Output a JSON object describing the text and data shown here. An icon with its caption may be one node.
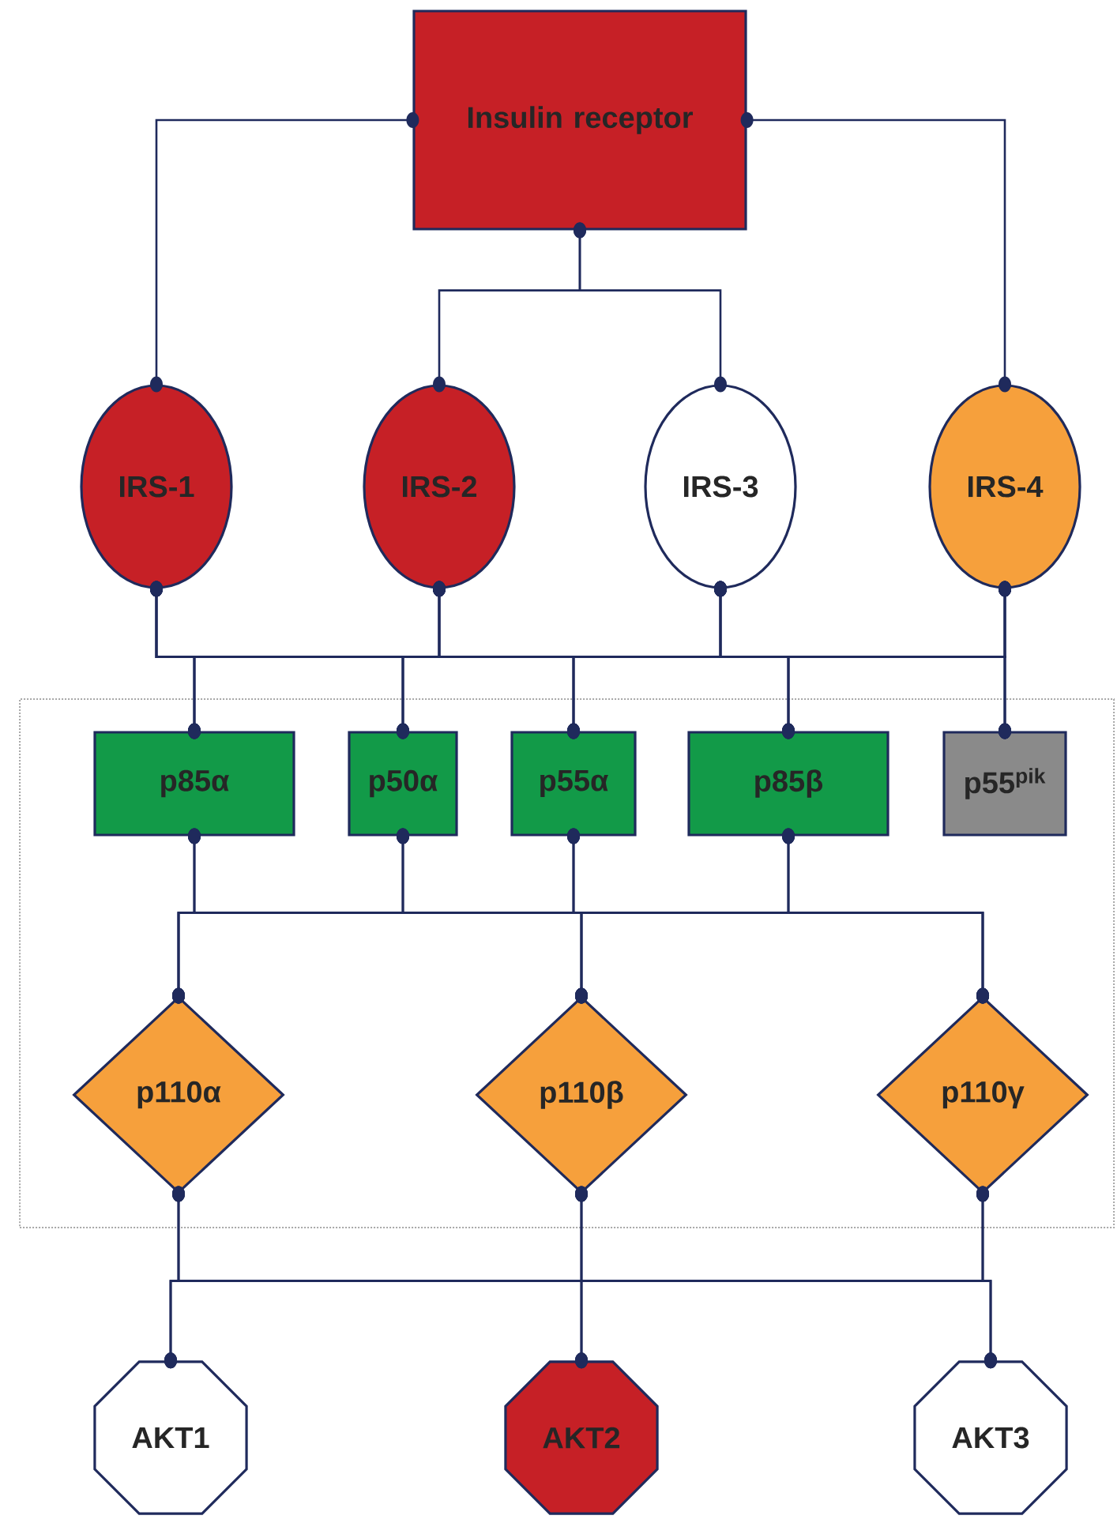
{
  "diagram": {
    "nodes": [
      {
        "text": [
          "Insulin receptor"
        ]
      },
      {
        "text": [
          "IRS-1"
        ]
      },
      {
        "text": [
          "IRS-2"
        ]
      },
      {
        "text": [
          "IRS-3"
        ]
      },
      {
        "text": [
          "IRS-4"
        ]
      },
      {
        "text": [],
        "shape": "box"
      },
      {
        "text": [
          "p85α"
        ],
        "in": 5
      },
      {
        "text": [
          "p50α"
        ],
        "in": 5
      },
      {
        "text": [
          "p55α"
        ],
        "in": 5
      },
      {
        "text": [
          "p85β"
        ],
        "in": 5
      },
      {
        "text": [
          "p55$^{pik}$"
        ],
        "in": 5
      },
      {
        "text": [
          "p110α"
        ],
        "in": 5
      },
      {
        "text": [
          "p110β"
        ],
        "in": 5
      },
      {
        "text": [
          "p110γ"
        ],
        "in": 5
      },
      {
        "text": [
          "AKT1"
        ]
      },
      {
        "text": [
          "AKT2"
        ]
      },
      {
        "text": [
          "AKT3"
        ]
      }
    ],
    "edges": [
      {
        "from": 0,
        "to": 1,
        "arrow": "other"
      },
      {
        "from": 0,
        "to": 2,
        "arrow": "other"
      },
      {
        "from": 0,
        "to": 3,
        "arrow": "other"
      },
      {
        "from": 0,
        "to": 4,
        "arrow": "other"
      },
      {
        "from": 1,
        "to": 6,
        "arrow": "other"
      },
      {
        "from": 1,
        "to": 7,
        "arrow": "other"
      },
      {
        "from": 1,
        "to": 8,
        "arrow": "other"
      },
      {
        "from": 1,
        "to": 9,
        "arrow": "other"
      },
      {
        "from": 1,
        "to": 10,
        "arrow": "other"
      },
      {
        "from": 2,
        "to": 6,
        "arrow": "other"
      },
      {
        "from": 2,
        "to": 7,
        "arrow": "other"
      },
      {
        "from": 2,
        "to": 8,
        "arrow": "other"
      },
      {
        "from": 2,
        "to": 9,
        "arrow": "other"
      },
      {
        "from": 2,
        "to": 10,
        "arrow": "other"
      },
      {
        "from": 3,
        "to": 6,
        "arrow": "other"
      },
      {
        "from": 3,
        "to": 7,
        "arrow": "other"
      },
      {
        "from": 3,
        "to": 8,
        "arrow": "other"
      },
      {
        "from": 3,
        "to": 9,
        "arrow": "other"
      },
      {
        "from": 3,
        "to": 10,
        "arrow": "other"
      },
      {
        "from": 4,
        "to": 6,
        "arrow": "other"
      },
      {
        "from": 4,
        "to": 7,
        "arrow": "other"
      },
      {
        "from": 4,
        "to": 8,
        "arrow": "other"
      },
      {
        "from": 4,
        "to": 9,
        "arrow": "other"
      },
      {
        "from": 4,
        "to": 10,
        "arrow": "other"
      },
      {
        "from": 6,
        "to": 11,
        "arrow": "other"
      },
      {
        "from": 6,
        "to": 12,
        "arrow": "other"
      },
      {
        "from": 6,
        "to": 13,
        "arrow": "other"
      },
      {
        "from": 7,
        "to": 11,
        "arrow": "other"
      },
      {
        "from": 7,
        "to": 12,
        "arrow": "other"
      },
      {
        "from": 7,
        "to": 13,
        "arrow": "other"
      },
      {
        "from": 8,
        "to": 11,
        "arrow": "other"
      },
      {
        "from": 8,
        "to": 12,
        "arrow": "other"
      },
      {
        "from": 8,
        "to": 13,
        "arrow": "other"
      },
      {
        "from": 9,
        "to": 11,
        "arrow": "other"
      },
      {
        "from": 9,
        "to": 12,
        "arrow": "other"
      },
      {
        "from": 9,
        "to": 13,
        "arrow": "other"
      },
      {
        "from": 11,
        "to": 14,
        "arrow": "other"
      },
      {
        "from": 11,
        "to": 15,
        "arrow": "other"
      },
      {
        "from": 11,
        "to": 16,
        "arrow": "other"
      },
      {
        "from": 12,
        "to": 14,
        "arrow": "other"
      },
      {
        "from": 12,
        "to": 15,
        "arrow": "other"
      },
      {
        "from": 12,
        "to": 16,
        "arrow": "other"
      },
      {
        "from": 13,
        "to": 14,
        "arrow": "other"
      },
      {
        "from": 13,
        "to": 15,
        "arrow": "other"
      },
      {
        "from": 13,
        "to": 16,
        "arrow": "other"
      }
    ]
  }
}
